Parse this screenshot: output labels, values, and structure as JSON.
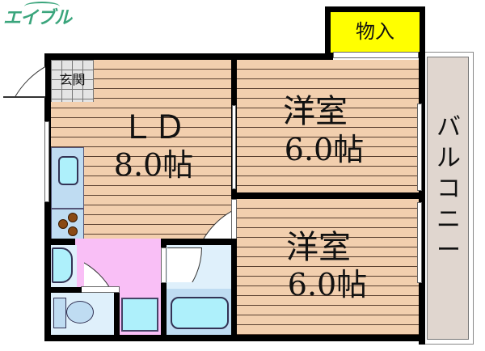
{
  "logo": {
    "text": "エイブル",
    "color": "#3aa57c"
  },
  "rooms": {
    "genkan": {
      "label": "玄関"
    },
    "ld": {
      "name": "ＬＤ",
      "size": "8.0帖"
    },
    "western_top": {
      "name": "洋室",
      "size": "6.0帖"
    },
    "western_bottom": {
      "name": "洋室",
      "size": "6.0帖"
    },
    "closet": {
      "label": "物入"
    },
    "balcony": {
      "label": "バルコニー"
    }
  },
  "colors": {
    "floor": "#f2cfae",
    "closet": "#ffff00",
    "balcony": "#e0d6cf",
    "hallway": "#f9bff6",
    "wet_area": "#dff0fb",
    "fixtures": "#aef0fb",
    "wall": "#000000"
  }
}
